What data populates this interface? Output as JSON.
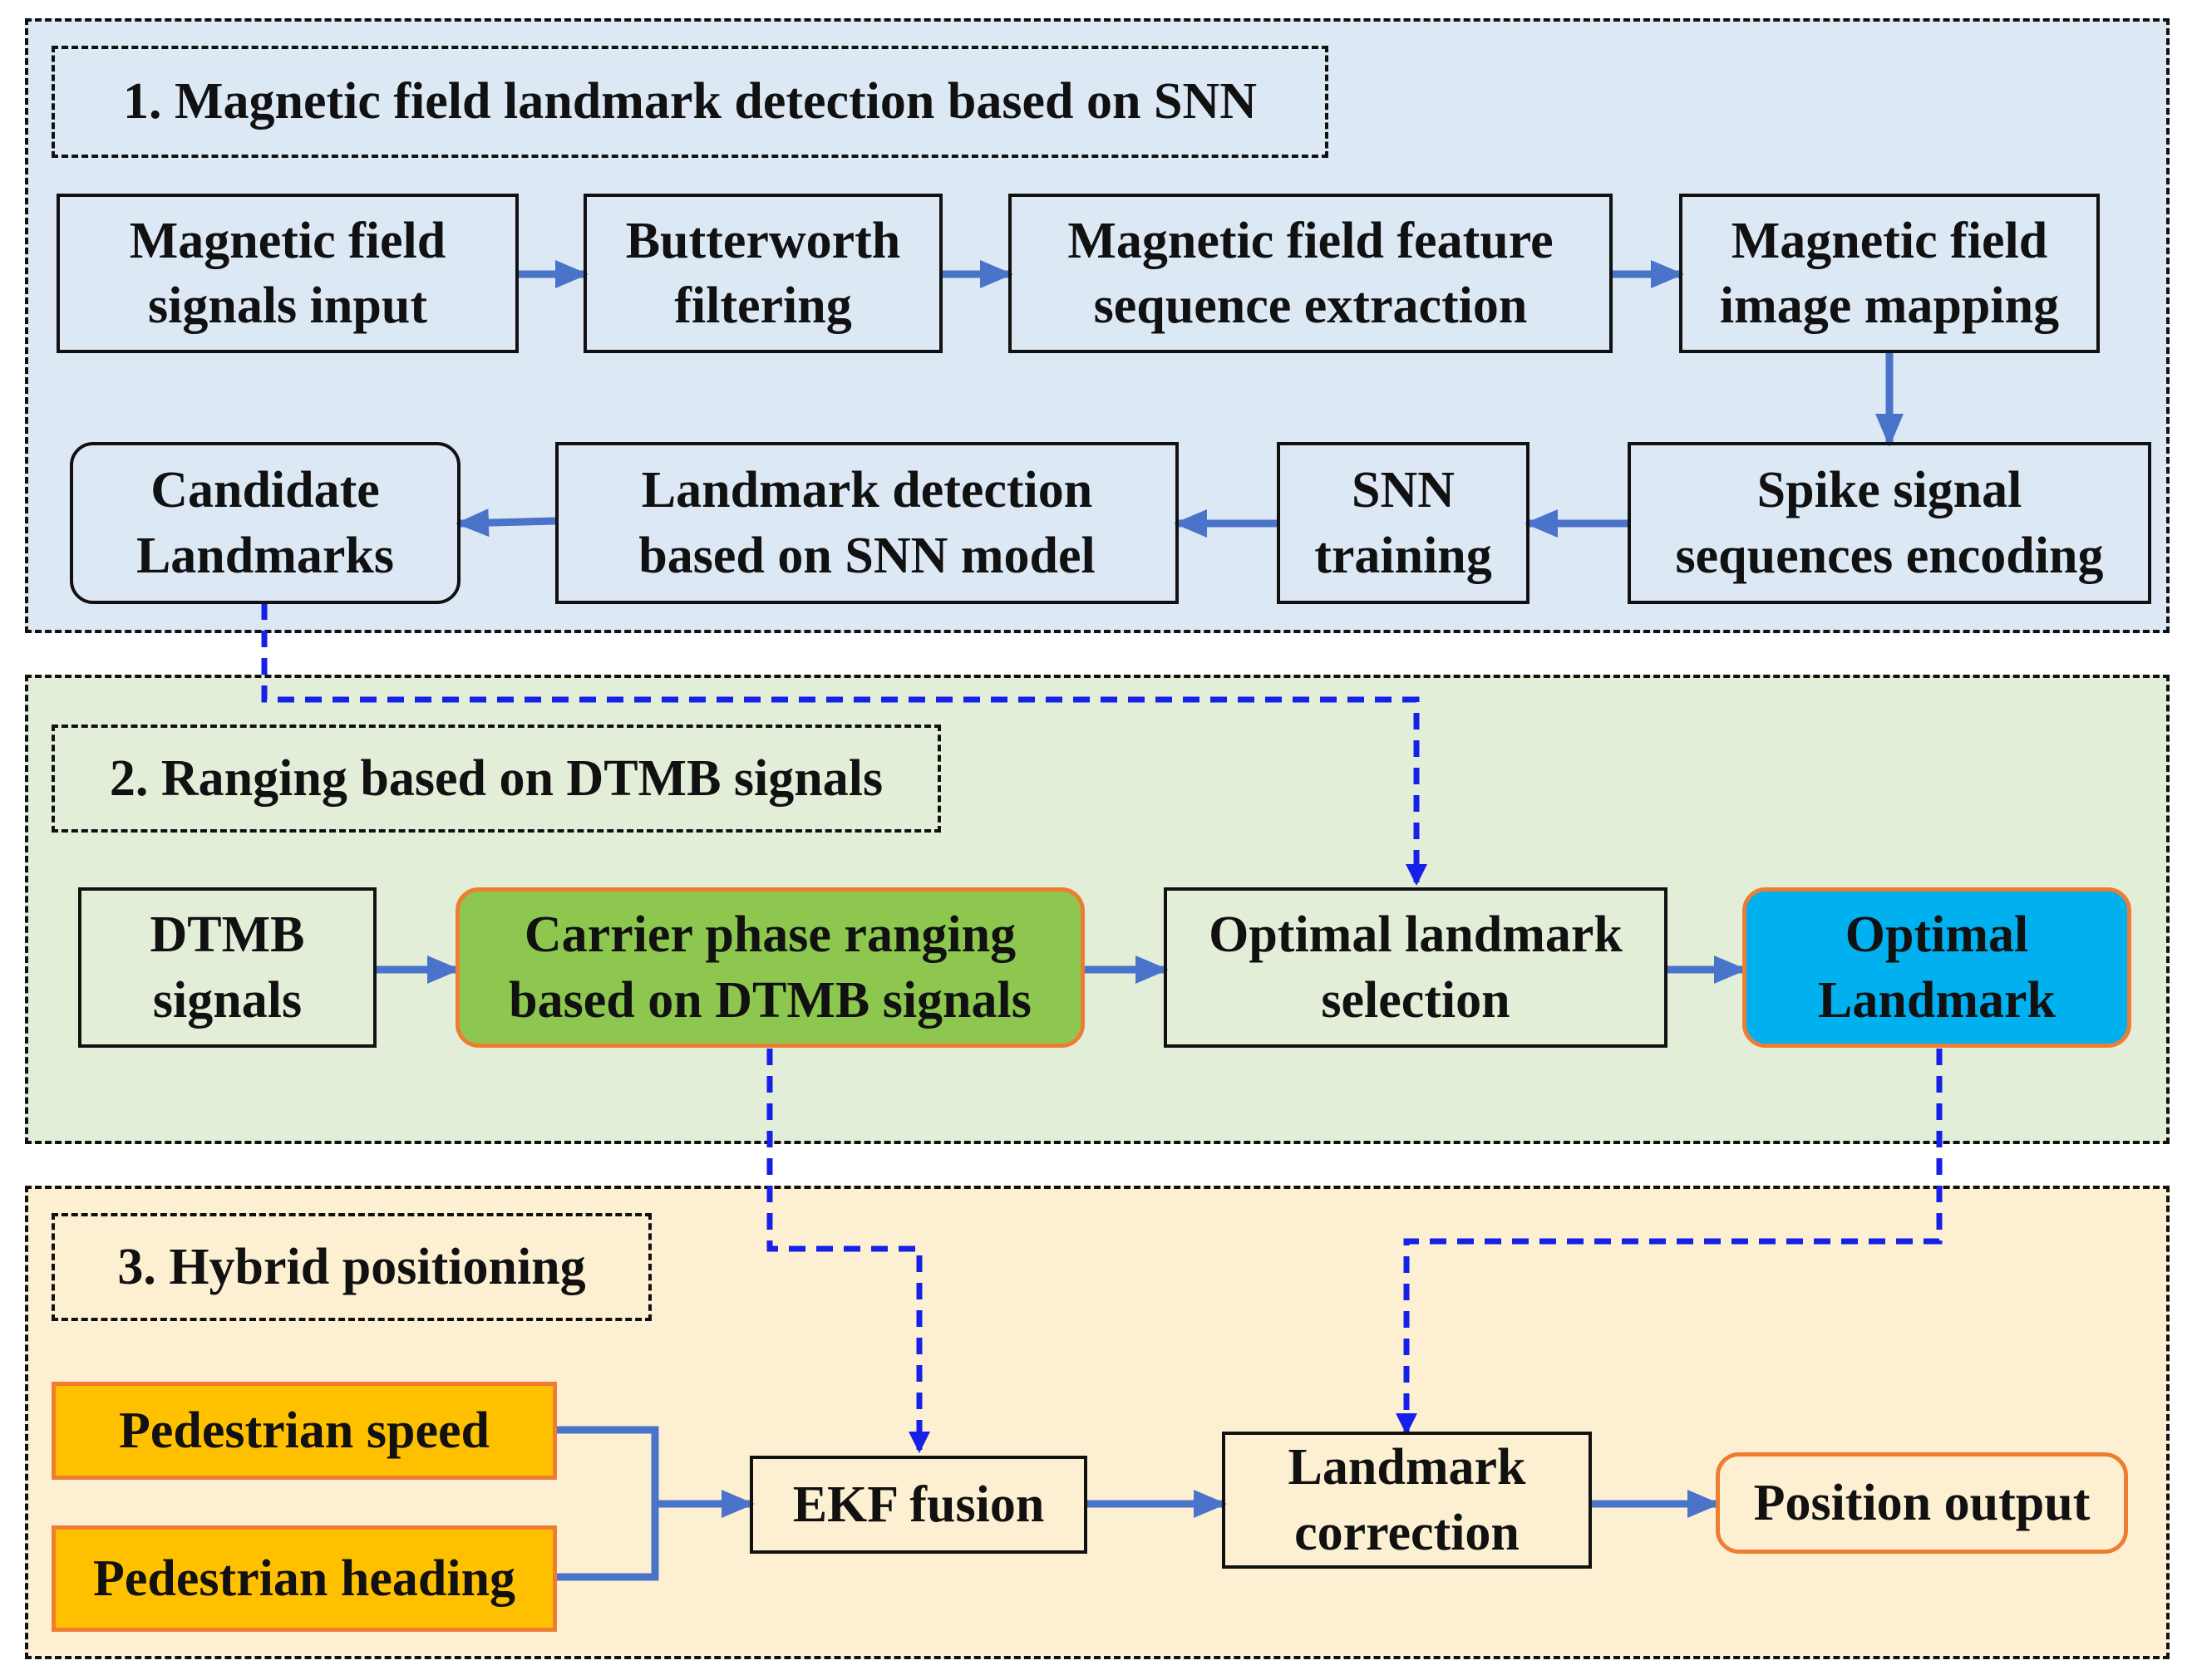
{
  "colors": {
    "section1_bg": "#dde8f5",
    "section2_bg": "#e3eed9",
    "section3_bg": "#fdf0d2",
    "arrow_solid": "#4a74c9",
    "arrow_dashed": "#1520e8",
    "carrier_fill": "#8dc750",
    "optimal_fill": "#00b0ef",
    "pedestrian_fill": "#ffc000",
    "accent_border": "#ee7d31"
  },
  "section1": {
    "title": "1. Magnetic field landmark detection based on SNN",
    "magnetic_input": [
      "Magnetic field",
      "signals input"
    ],
    "butterworth": [
      "Butterworth",
      "filtering"
    ],
    "feature_extraction": [
      "Magnetic field feature",
      "sequence extraction"
    ],
    "image_mapping": [
      "Magnetic field",
      "image mapping"
    ],
    "spike_encoding": [
      "Spike signal",
      "sequences encoding"
    ],
    "snn_training": [
      "SNN",
      "training"
    ],
    "landmark_detection": [
      "Landmark detection",
      "based on SNN model"
    ],
    "candidate_landmarks": [
      "Candidate",
      "Landmarks"
    ]
  },
  "section2": {
    "title": "2. Ranging based on DTMB signals",
    "dtmb_signals": [
      "DTMB",
      "signals"
    ],
    "carrier_phase": [
      "Carrier phase ranging",
      "based on DTMB signals"
    ],
    "landmark_selection": [
      "Optimal landmark",
      "selection"
    ],
    "optimal_landmark": [
      "Optimal",
      "Landmark"
    ]
  },
  "section3": {
    "title": "3. Hybrid positioning",
    "pedestrian_speed": "Pedestrian speed",
    "pedestrian_heading": "Pedestrian heading",
    "ekf_fusion": "EKF fusion",
    "landmark_correction": [
      "Landmark",
      "correction"
    ],
    "position_output": "Position output"
  }
}
